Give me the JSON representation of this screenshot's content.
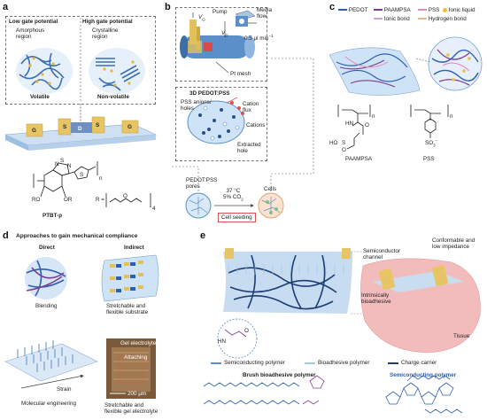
{
  "panel_a": {
    "label": "a",
    "low_title": "Low gate potential",
    "high_title": "High gate potential",
    "amorphous": "Amorphous\nregion",
    "crystalline": "Crystalline\nregion",
    "volatile": "Volatile",
    "non_volatile": "Non-volatile",
    "electrode_g1": "G",
    "electrode_s": "S",
    "electrode_d": "D",
    "electrode_s2": "S",
    "electrode_g2": "G",
    "polymer_name": "PTBT-p",
    "ro_left": "RO",
    "ro_right": "OR",
    "r_eq": "R =",
    "subscript_n": "n",
    "subscript_4": "4",
    "atom_n1": "N",
    "atom_s": "S",
    "atom_n2": "N",
    "atom_s2": "S",
    "atom_o": "O"
  },
  "panel_b": {
    "label": "b",
    "pump": "Pump",
    "media_flow": "Media\nflow",
    "vg": "V",
    "vg_sub": "G",
    "vd": "V",
    "vd_sub": "D",
    "flow_rate": "0.5 μl min",
    "flow_exp": "−1",
    "pt_mesh": "Pt mesh",
    "pedot_3d": "3D PEDOT:PSS",
    "pss_anions": "PSS anions/\nholes",
    "cation_flux": "Cation\nflux",
    "cations": "Cations",
    "extracted_hole": "Extracted\nhole",
    "pedot_pores": "PEDOT:PSS\npores",
    "incubation": "37 °C\n5% CO",
    "co2_sub": "2",
    "cells": "Cells",
    "cell_seeding": "Cell seeding"
  },
  "panel_c": {
    "label": "c",
    "legend": [
      {
        "name": "PEDOT",
        "color": "#2f5fb3"
      },
      {
        "name": "PAAMPSA",
        "color": "#7c3f8f"
      },
      {
        "name": "PSS",
        "color": "#e58ab8"
      },
      {
        "name": "Ionic liquid",
        "color": "#e8c243"
      },
      {
        "name": "Ionic bond",
        "color": "#c9a6d9"
      },
      {
        "name": "Hydrogen bond",
        "color": "#e0b98a"
      }
    ],
    "paampsa": "PAAMPSA",
    "pss": "PSS",
    "sub_n1": "n",
    "sub_n2": "n",
    "atom_hn": "HN",
    "atom_o": "O",
    "atom_ho": "HO",
    "atom_s": "S",
    "atom_o2": "O",
    "atom_so3": "SO",
    "so3_sub": "3",
    "so3_sup": "−"
  },
  "panel_d": {
    "label": "d",
    "title": "Approaches to gain mechanical compliance",
    "direct": "Direct",
    "indirect": "Indirect",
    "blending": "Blending",
    "stretchable_substrate": "Stretchable and\nflexible substrate",
    "strain": "Strain",
    "molecular_engineering": "Molecular engineering",
    "gel_electrolyte": "Gel electrolyte",
    "attaching": "Attaching",
    "scale_bar": "200 μm",
    "stretchable_gel": "Stretchable and\nflexible gel electrolyte"
  },
  "panel_e": {
    "label": "e",
    "semiconductor_channel": "Semiconductor\nchannel",
    "conformable": "Conformable and\nlow impedance",
    "bioadhesive": "Intrinsically\nbioadhesive",
    "tissue": "Tissue",
    "legend": [
      {
        "name": "Semiconducting polymer",
        "color": "#5b8fc9"
      },
      {
        "name": "Bioadhesive polymer",
        "color": "#9ec9e8"
      },
      {
        "name": "Charge carrier",
        "color": "#1e3e73"
      }
    ],
    "brush_title": "Brush bioadhesive polymer",
    "semi_title": "Semiconducting polymer",
    "atom_hn": "HN",
    "atom_o": "O"
  },
  "colors": {
    "blue_dark": "#2b4f8a",
    "blue_mid": "#5b8fc9",
    "blue_light": "#bcd7ef",
    "purple": "#8a3f93",
    "yellow": "#e8c243",
    "pink": "#e9a3a6",
    "red": "#d9534f"
  }
}
